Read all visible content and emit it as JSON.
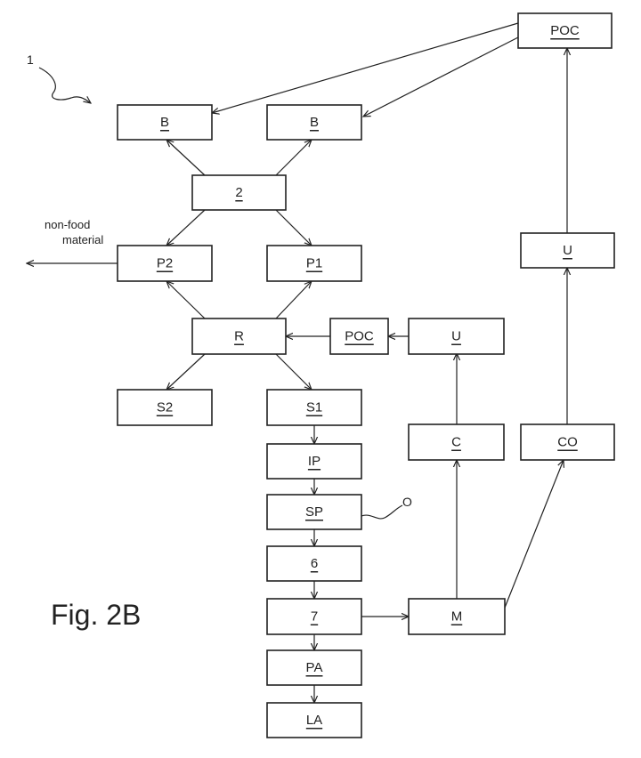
{
  "figure": {
    "label": "Fig. 2B",
    "reference_1": "1",
    "reference_o": "O",
    "non_food_line1": "non-food",
    "non_food_line2": "material"
  },
  "boxes": {
    "poc_top": "POC",
    "b_left": "B",
    "b_right": "B",
    "n2": "2",
    "p2": "P2",
    "p1": "P1",
    "r": "R",
    "poc_mid": "POC",
    "u_mid": "U",
    "u_right": "U",
    "s2": "S2",
    "s1": "S1",
    "c": "C",
    "co": "CO",
    "ip": "IP",
    "sp": "SP",
    "n6": "6",
    "n7": "7",
    "m": "M",
    "pa": "PA",
    "la": "LA"
  }
}
